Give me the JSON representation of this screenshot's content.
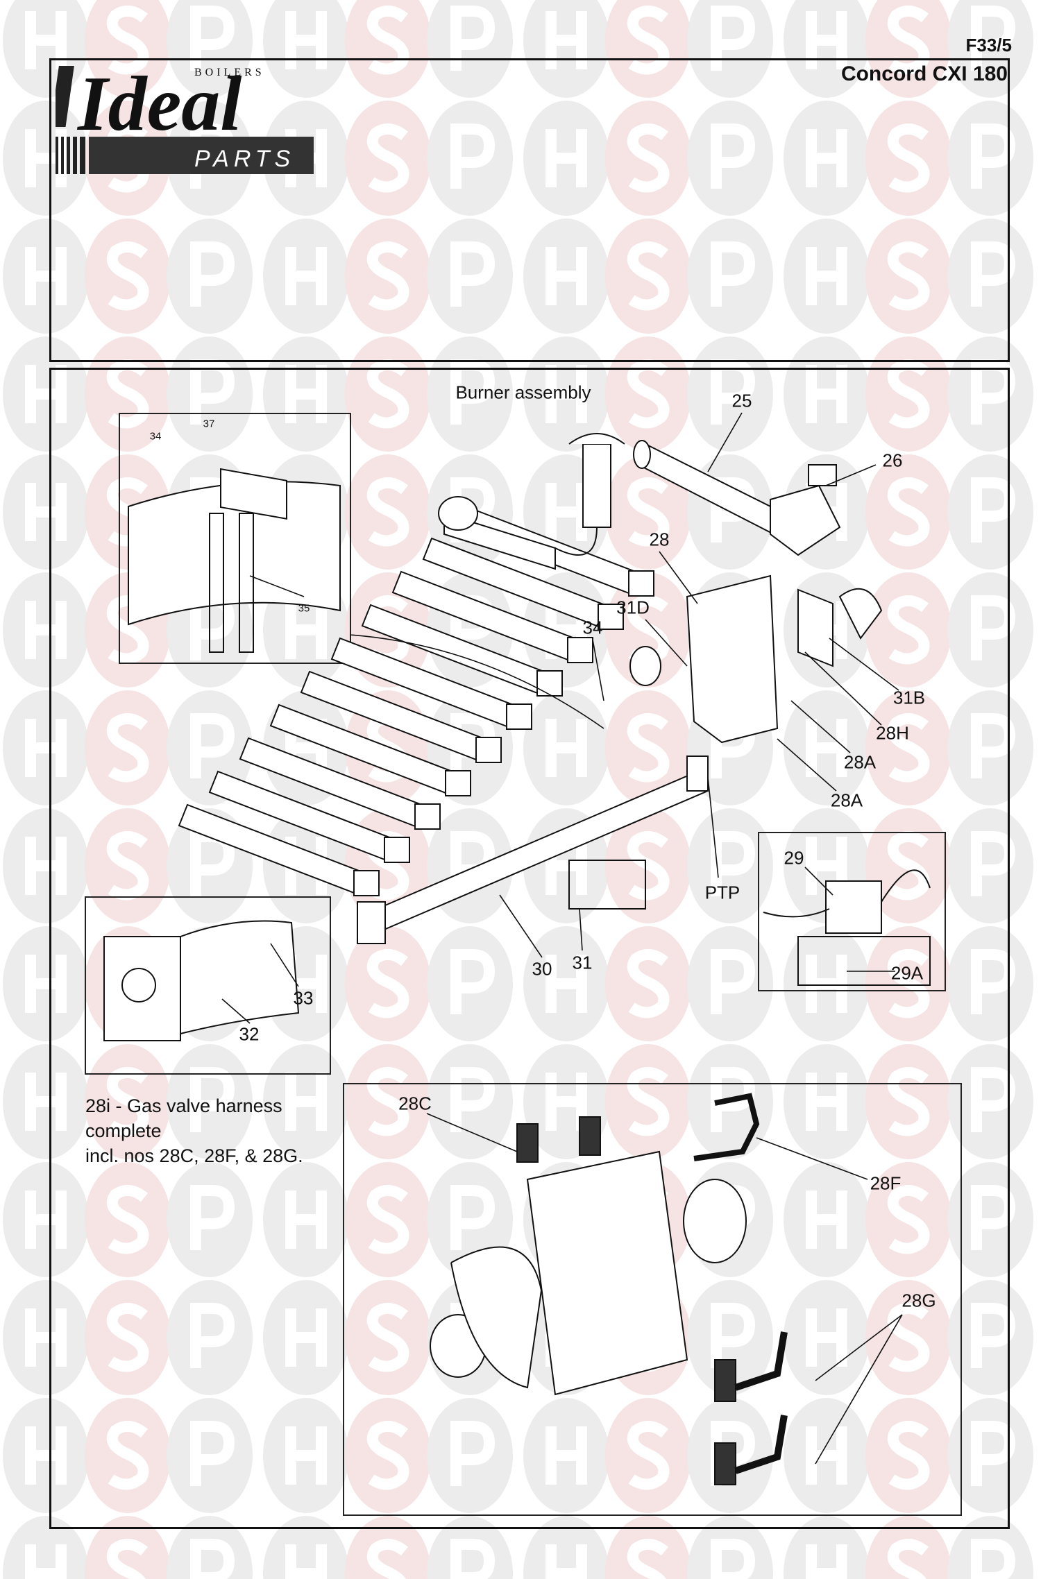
{
  "header": {
    "page_code": "F33/5",
    "model": "Concord CXI 180"
  },
  "logo": {
    "brand": "Ideal",
    "sub": "BOILERS",
    "tag": "PARTS"
  },
  "watermark": {
    "letters": [
      "H",
      "S",
      "P"
    ]
  },
  "diagram": {
    "title": "Burner assembly",
    "caption": {
      "line1": "28i - Gas valve harness",
      "line2": "complete",
      "line3": "incl. nos 28C, 28F, & 28G."
    },
    "labels": {
      "p25": "25",
      "p26": "26",
      "p28": "28",
      "p31D": "31D",
      "p34": "34",
      "p31B": "31B",
      "p28H": "28H",
      "p28A_1": "28A",
      "p28A_2": "28A",
      "pPTP": "PTP",
      "p29": "29",
      "p29A": "29A",
      "p30": "30",
      "p31": "31",
      "p32": "32",
      "p33": "33",
      "p34_inset": "34",
      "p37": "37",
      "p35": "35",
      "p28C": "28C",
      "p28F": "28F",
      "p28G": "28G"
    }
  }
}
